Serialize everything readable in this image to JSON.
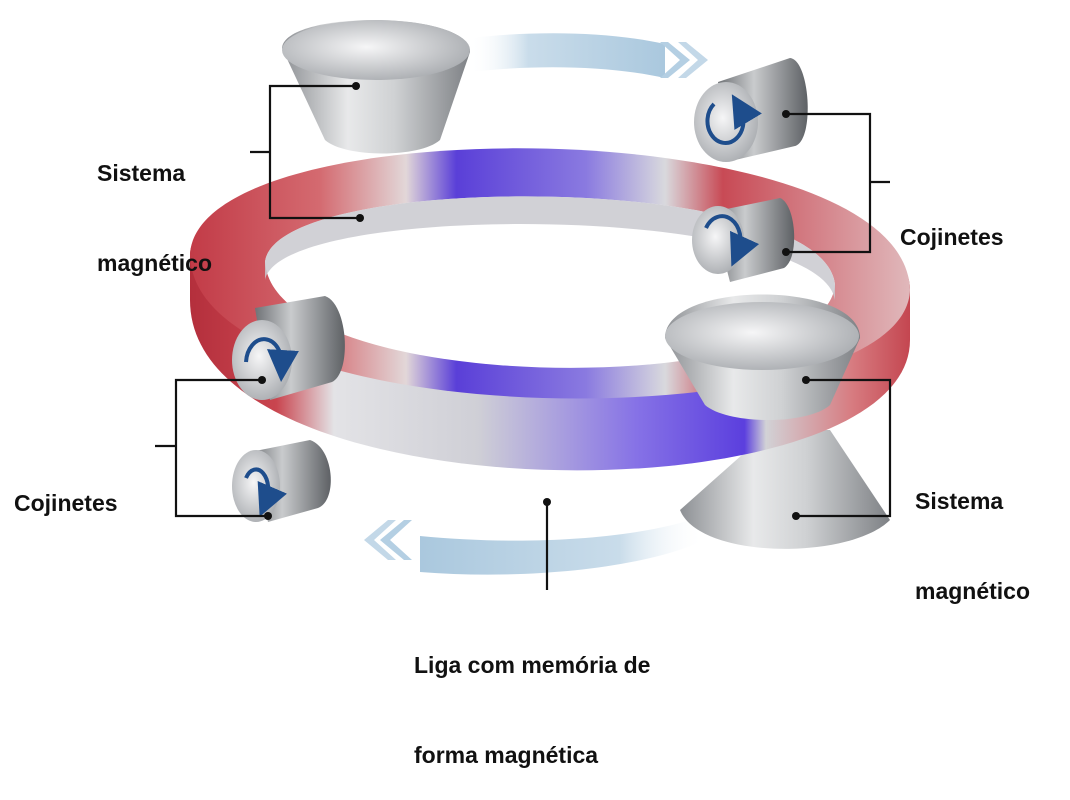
{
  "labels": {
    "magnet_top_left": {
      "line1": "Sistema",
      "line2": "magnético"
    },
    "bearings_right": {
      "line1": "Cojinetes"
    },
    "bearings_left": {
      "line1": "Cojinetes"
    },
    "magnet_bottom_right": {
      "line1": "Sistema",
      "line2": "magnético"
    },
    "alloy": {
      "line1": "Liga com memória de",
      "line2": "forma magnética"
    }
  },
  "colors": {
    "ring_red": "#c03a45",
    "ring_blue": "#6a4fe0",
    "ring_gray": "#d6d6d9",
    "arrow_blue": "#c9dcea",
    "metal": "#b8babd",
    "leader_line": "#111111",
    "roller_arrow": "#1e4d8c"
  },
  "icons": [
    "magnet-cone",
    "bearing-roller",
    "rotation-arrow",
    "flow-chevron"
  ]
}
